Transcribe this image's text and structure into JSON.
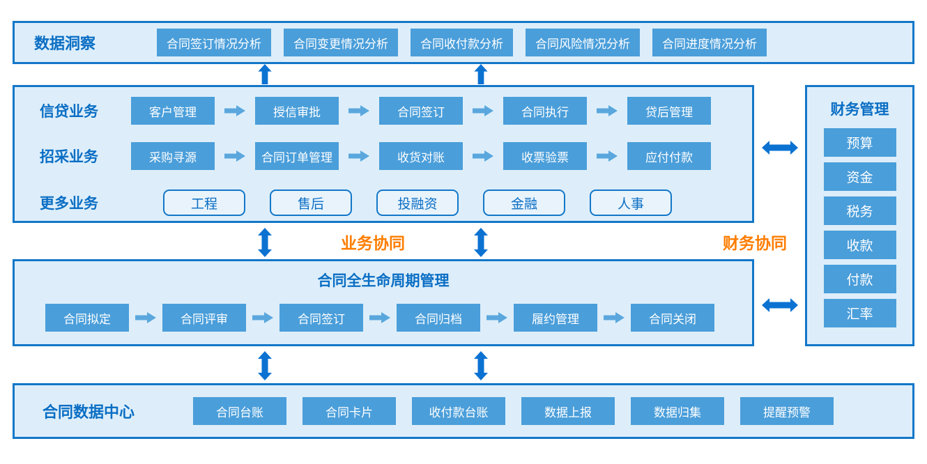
{
  "colors": {
    "panel_background": "#ddeefa",
    "panel_border": "#1377c8",
    "chip_blue": "#4a9eda",
    "nav_arrow_blue": "#0b72d2",
    "flow_arrow_blue": "#5aa7dd",
    "title_blue": "#0a6ec4",
    "collab_orange": "#ff7d00",
    "chip_text": "#ffffff",
    "outline_chip_background": "#e8f3fc"
  },
  "icons": {
    "up_arrow": "↑",
    "v_sync_arrow": "↕",
    "h_sync_arrow": "↔",
    "flow_arrow": "→"
  },
  "insight": {
    "title": "数据洞察",
    "items": [
      "合同签订情况分析",
      "合同变更情况分析",
      "合同收付款分析",
      "合同风险情况分析",
      "合同进度情况分析"
    ]
  },
  "business": {
    "credit": {
      "label": "信贷业务",
      "steps": [
        "客户管理",
        "授信审批",
        "合同签订",
        "合同执行",
        "贷后管理"
      ]
    },
    "procurement": {
      "label": "招采业务",
      "steps": [
        "采购寻源",
        "合同订单管理",
        "收货对账",
        "收票验票",
        "应付付款"
      ]
    },
    "more": {
      "label": "更多业务",
      "items": [
        "工程",
        "售后",
        "投融资",
        "金融",
        "人事"
      ]
    }
  },
  "collaboration": {
    "business": "业务协同",
    "finance": "财务协同"
  },
  "lifecycle": {
    "title": "合同全生命周期管理",
    "steps": [
      "合同拟定",
      "合同评审",
      "合同签订",
      "合同归档",
      "履约管理",
      "合同关闭"
    ]
  },
  "finance_mgmt": {
    "title": "财务管理",
    "items": [
      "预算",
      "资金",
      "税务",
      "收款",
      "付款",
      "汇率"
    ]
  },
  "data_center": {
    "title": "合同数据中心",
    "items": [
      "合同台账",
      "合同卡片",
      "收付款台账",
      "数据上报",
      "数据归集",
      "提醒预警"
    ]
  }
}
